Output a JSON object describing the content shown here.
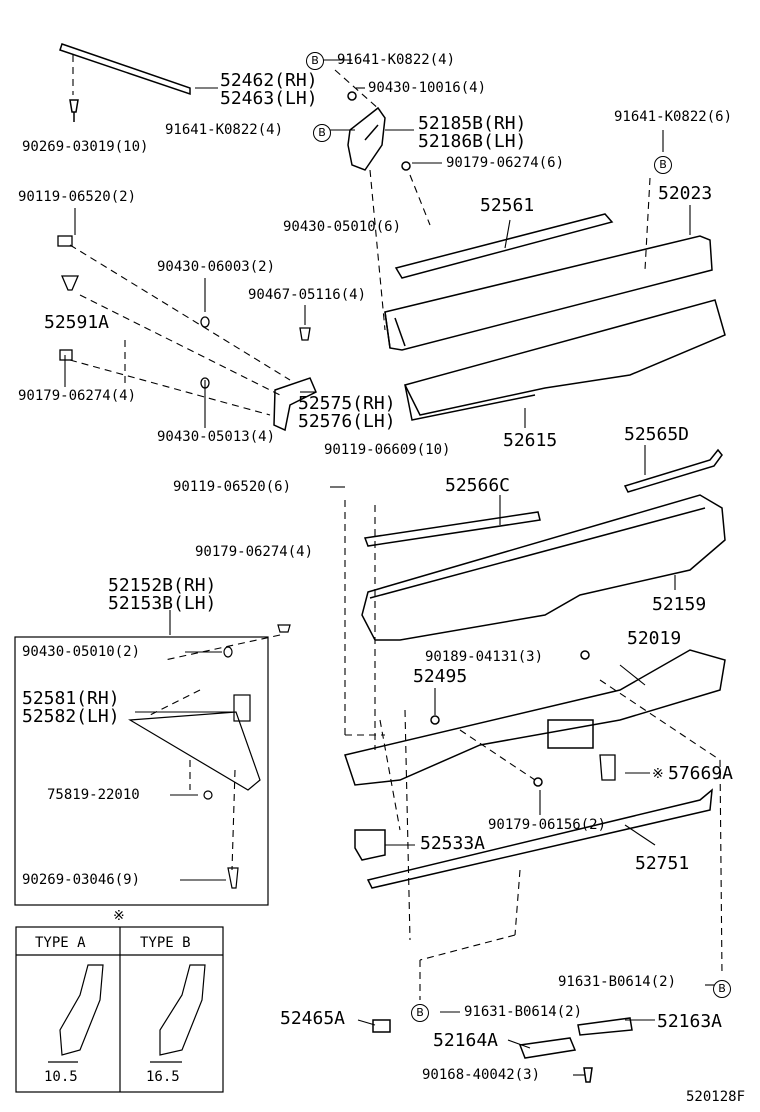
{
  "labels": {
    "p52462": "52462(RH)",
    "p52463": "52463(LH)",
    "p90269a": "90269-03019(10)",
    "p91641a": "91641-K0822(4)",
    "p90430a": "90430-10016(4)",
    "p91641b": "91641-K0822(4)",
    "p52185": "52185B(RH)",
    "p52186": "52186B(LH)",
    "p90179a": "90179-06274(6)",
    "p91641c": "91641-K0822(6)",
    "p52023": "52023",
    "p52561": "52561",
    "p90430b": "90430-05010(6)",
    "p90119a": "90119-06520(2)",
    "p90430c": "90430-06003(2)",
    "p90467": "90467-05116(4)",
    "p52591a": "52591A",
    "p90179b": "90179-06274(4)",
    "p52575": "52575(RH)",
    "p52576": "52576(LH)",
    "p90430d": "90430-05013(4)",
    "p52615": "52615",
    "p90119b": "90119-06609(10)",
    "p52565d": "52565D",
    "p90119c": "90119-06520(6)",
    "p52566c": "52566C",
    "p90179c": "90179-06274(4)",
    "p52152": "52152B(RH)",
    "p52153": "52153B(LH)",
    "p52159": "52159",
    "p90430e": "90430-05010(2)",
    "p90189": "90189-04131(3)",
    "p52019": "52019",
    "p52495": "52495",
    "p52581": "52581(RH)",
    "p52582": "52582(LH)",
    "p57669a": "57669A",
    "p75819": "75819-22010",
    "p90179d": "90179-06156(2)",
    "p52533a": "52533A",
    "p52751": "52751",
    "p90269b": "90269-03046(9)",
    "p91631a": "91631-B0614(2)",
    "p52465a": "52465A",
    "p91631b": "91631-B0614(2)",
    "p52163a": "52163A",
    "p52164a": "52164A",
    "p90168": "90168-40042(3)",
    "footer": "520128F",
    "callout_b": "B",
    "note_mark": "※"
  },
  "type_box": {
    "type_a": "TYPE A",
    "type_b": "TYPE B",
    "dim_a": "10.5",
    "dim_b": "16.5"
  }
}
